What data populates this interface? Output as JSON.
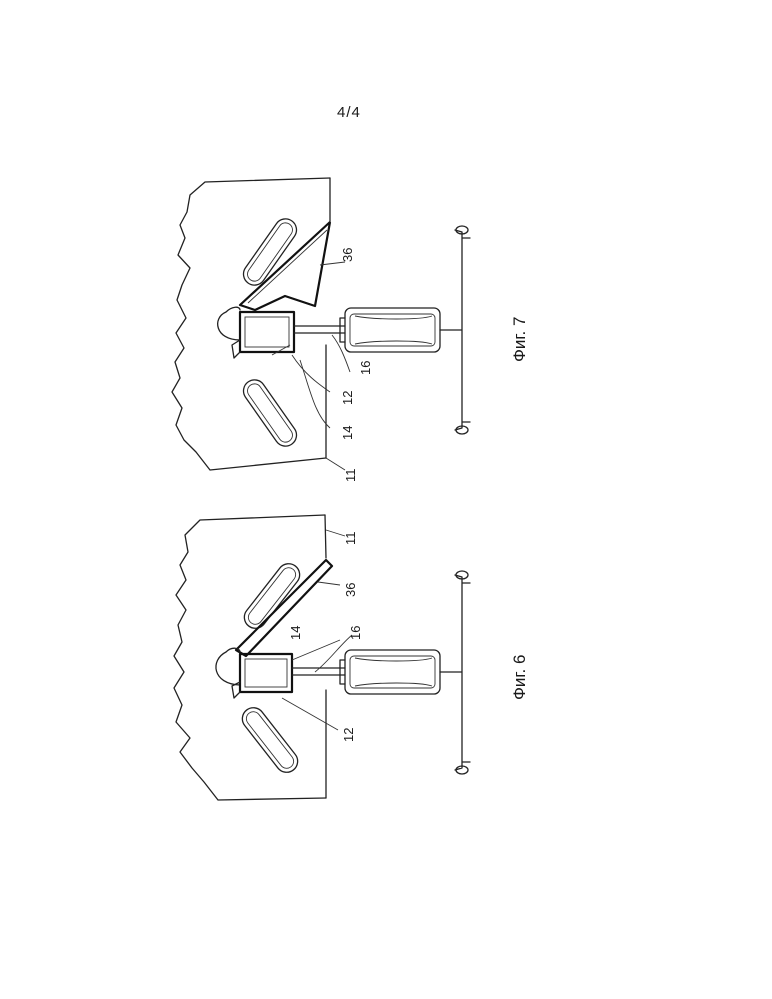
{
  "page": {
    "number": "4/4"
  },
  "figures": [
    {
      "id": "fig7",
      "caption": "Фиг. 7",
      "labels": [
        "36",
        "12",
        "14",
        "16",
        "11"
      ]
    },
    {
      "id": "fig6",
      "caption": "Фиг. 6",
      "labels": [
        "11",
        "36",
        "14",
        "16",
        "12"
      ]
    }
  ]
}
